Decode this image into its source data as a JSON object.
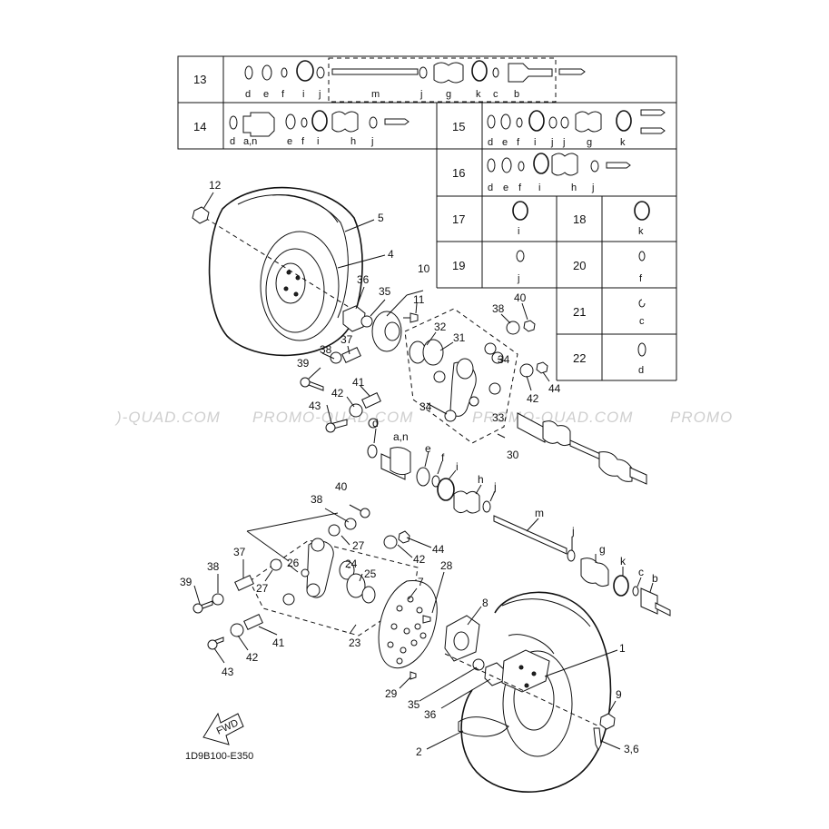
{
  "watermark": {
    "left": ")-QUAD.COM",
    "mid": "PROMO-QUAD.COM",
    "mid2": "PROMO-QUAD.COM",
    "right": "PROMO"
  },
  "table": {
    "r13": {
      "num": "13",
      "labels": [
        "d",
        "e",
        "f",
        "i",
        "j",
        "m",
        "j",
        "g",
        "k",
        "c",
        "b"
      ]
    },
    "r14": {
      "num": "14",
      "labels": [
        "d",
        "a,n",
        "e",
        "f",
        "i",
        "h",
        "j"
      ]
    },
    "r15": {
      "num": "15",
      "labels": [
        "d",
        "e",
        "f",
        "i",
        "j",
        "j",
        "g",
        "k"
      ]
    },
    "r16": {
      "num": "16",
      "labels": [
        "d",
        "e",
        "f",
        "i",
        "h",
        "j"
      ]
    },
    "r17": {
      "num": "17",
      "label": "i"
    },
    "r18": {
      "num": "18",
      "label": "k"
    },
    "r19": {
      "num": "19",
      "label": "j"
    },
    "r20": {
      "num": "20",
      "label": "f"
    },
    "r21": {
      "num": "21",
      "label": "c"
    },
    "r22": {
      "num": "22",
      "label": "d"
    }
  },
  "callouts": {
    "c12": "12",
    "c5": "5",
    "c4": "4",
    "c10": "10",
    "c11": "11",
    "c36a": "36",
    "c35a": "35",
    "c38a": "38",
    "c40a": "40",
    "c32": "32",
    "c31": "31",
    "c37a": "37",
    "c38b": "38",
    "c39a": "39",
    "c41a": "41",
    "c42a": "42",
    "c43a": "43",
    "c34a": "34",
    "c34b": "34",
    "c42b": "42",
    "c44a": "44",
    "c33": "33",
    "c30": "30",
    "cd": "d",
    "can": "a,n",
    "ce": "e",
    "cf": "f",
    "ci": "i",
    "ch": "h",
    "cj": "j",
    "cm": "m",
    "cj2": "j",
    "cg": "g",
    "ck": "k",
    "cc": "c",
    "cb": "b",
    "c40b": "40",
    "c38c": "38",
    "c27a": "27",
    "c44b": "44",
    "c42c": "42",
    "c37b": "37",
    "c38d": "38",
    "c26": "26",
    "c24": "24",
    "c25": "25",
    "c28": "28",
    "c27b": "27",
    "c39b": "39",
    "c7": "7",
    "c8": "8",
    "c41b": "41",
    "c23": "23",
    "c42d": "42",
    "c43b": "43",
    "c1": "1",
    "c29": "29",
    "c35b": "35",
    "c36b": "36",
    "c9": "9",
    "c2": "2",
    "c36num": "3,6"
  },
  "fwd_label": "FWD",
  "part_code": "1D9B100-E350"
}
